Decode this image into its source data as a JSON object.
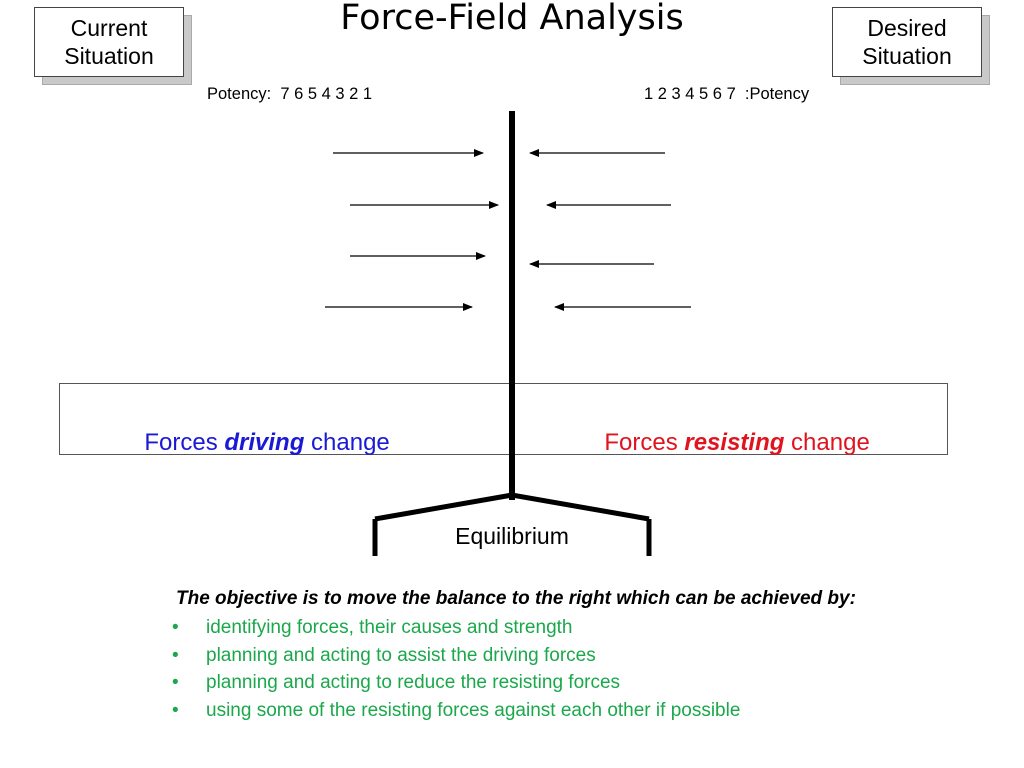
{
  "title": "Force-Field Analysis",
  "current_box": {
    "line1": "Current",
    "line2": "Situation"
  },
  "desired_box": {
    "line1": "Desired",
    "line2": "Situation"
  },
  "potency_left": "Potency:  7 6 5 4 3 2 1",
  "potency_right": "1 2 3 4 5 6 7  :Potency",
  "driving": {
    "prefix": "Forces ",
    "emph": "driving",
    "suffix": " change",
    "color": "#1a1ad6"
  },
  "resisting": {
    "prefix": "Forces ",
    "emph": "resisting",
    "suffix": " change",
    "color": "#e0141e"
  },
  "equilibrium_label": "Equilibrium",
  "objective": "The objective is to move the balance to the right which can be achieved by:",
  "tips": [
    "identifying forces, their causes and strength",
    "planning and acting to assist the driving forces",
    "planning and acting to reduce the resisting forces",
    "using some of the resisting forces against each other if possible"
  ],
  "tip_color": "#1aa84b"
}
